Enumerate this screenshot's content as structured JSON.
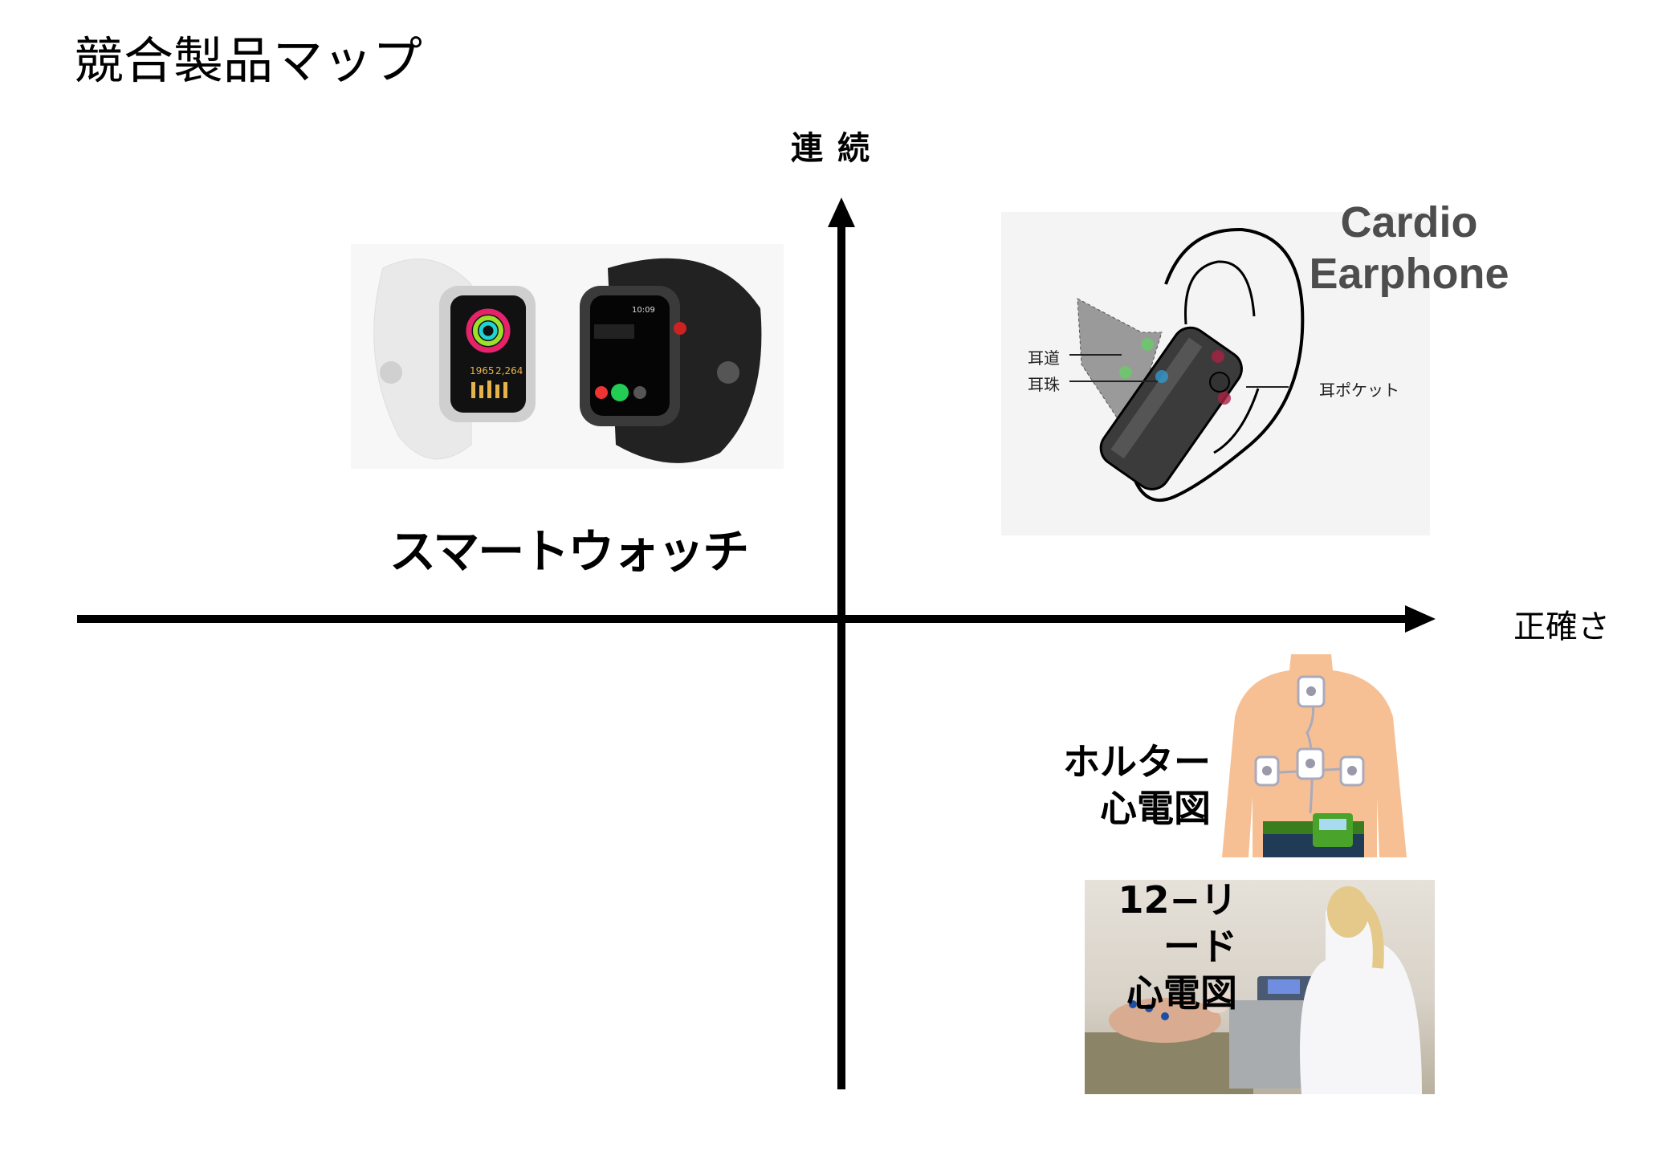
{
  "title": "競合製品マップ",
  "axes": {
    "y_label": "連続",
    "x_label": "正確さ"
  },
  "products": {
    "smartwatch": {
      "label": "スマートウォッチ",
      "watch_screen_numbers": [
        "1965",
        "2,264"
      ],
      "watch_time": "10:09"
    },
    "cardio_earphone": {
      "label_line1": "Cardio",
      "label_line2": "Earphone",
      "callouts": [
        "耳道",
        "耳珠",
        "耳ポケット"
      ]
    },
    "holter_ecg": {
      "label_line1": "ホルター",
      "label_line2": "心電図"
    },
    "twelve_lead_ecg": {
      "label_line1": "12−リード",
      "label_line2": "心電図"
    }
  }
}
